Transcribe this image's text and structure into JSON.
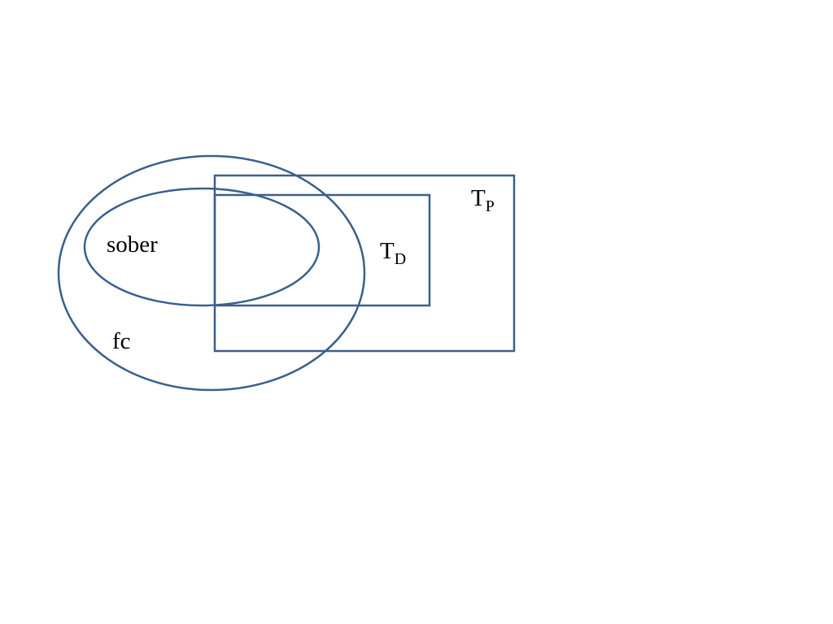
{
  "colors": {
    "stroke": "#3a5f8b",
    "background": "#ffffff",
    "text": "#000000"
  },
  "labels": {
    "sober": "sober",
    "fc": "fc",
    "td_main": "T",
    "td_sub": "D",
    "tp_main": "T",
    "tp_sub": "P"
  }
}
